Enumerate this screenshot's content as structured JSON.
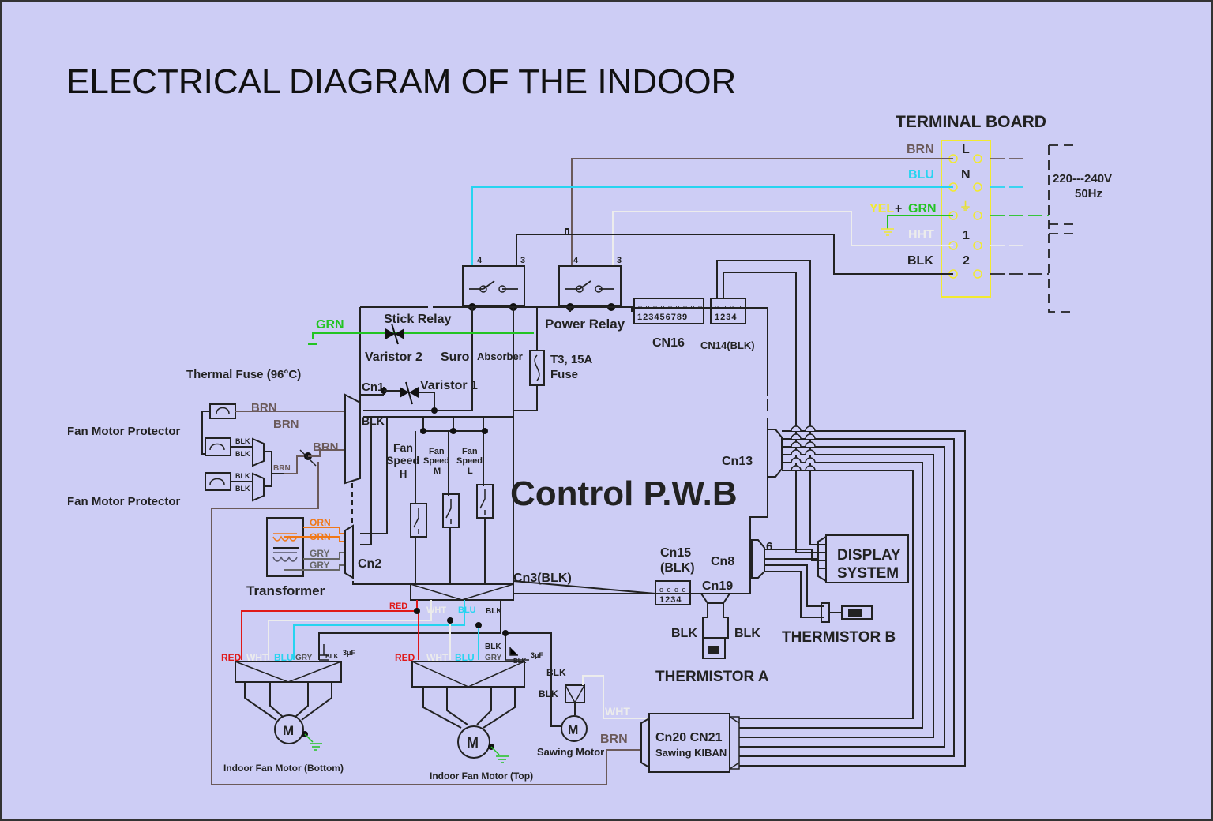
{
  "title": "ELECTRICAL DIAGRAM OF THE INDOOR",
  "colors": {
    "background": "#cdcdf5",
    "brown": "#6b5a5a",
    "blue": "#26d4f0",
    "green": "#22c422",
    "white": "#ececec",
    "red": "#e01818",
    "orange": "#f07818",
    "yellow": "#f2ea30",
    "gray": "#666666"
  },
  "terminal_board": {
    "title": "TERMINAL BOARD",
    "wires": [
      {
        "color_label": "BRN",
        "terminal": "L"
      },
      {
        "color_label": "BLU",
        "terminal": "N"
      },
      {
        "color_label_yel": "YEL",
        "plus": "+",
        "color_label_grn": "GRN",
        "terminal": "⏚"
      },
      {
        "color_label": "HHT",
        "terminal": "1"
      },
      {
        "color_label": "BLK",
        "terminal": "2"
      }
    ],
    "supply_voltage": "220---240V",
    "supply_freq": "50Hz"
  },
  "relays": {
    "stick_relay": "Stick Relay",
    "power_relay": "Power Relay",
    "pin_4": "4",
    "pin_3": "3"
  },
  "components": {
    "grn_label": "GRN",
    "varistor2": "Varistor 2",
    "surge_absorber_1": "Suro",
    "surge_absorber_2": "Absorber",
    "fuse_line1": "T3, 15A",
    "fuse_line2": "Fuse",
    "cn1": "Cn1",
    "varistor1": "Varistor 1",
    "cn16_pins": "123456789",
    "cn16": "CN16",
    "cn14_pins": "1234",
    "cn14": "CN14(BLK)",
    "thermal_fuse": "Thermal Fuse (96°C)",
    "fan_motor_protector_1": "Fan Motor Protector",
    "fan_motor_protector_2": "Fan Motor Protector",
    "blk": "BLK",
    "brn": "BRN",
    "fan_speed_h_1": "Fan",
    "fan_speed_h_2": "Speed",
    "fan_speed_h_3": "H",
    "fan_speed_m_1": "Fan",
    "fan_speed_m_2": "Speed",
    "fan_speed_m_3": "M",
    "fan_speed_l_1": "Fan",
    "fan_speed_l_2": "Speed",
    "fan_speed_l_3": "L",
    "control_pwb": "Control P.W.B",
    "cn13": "Cn13",
    "cn13_pin": "6",
    "orn": "ORN",
    "gry": "GRY",
    "cn2": "Cn2",
    "transformer": "Transformer",
    "cn3": "Cn3(BLK)",
    "cn15_1": "Cn15",
    "cn15_2": "(BLK)",
    "cn15_pins": "1234",
    "cn8": "Cn8",
    "cn19": "Cn19",
    "display_1": "DISPLAY",
    "display_2": "SYSTEM",
    "thermistor_b": "THERMISTOR B",
    "thermistor_a": "THERMISTOR A",
    "red": "RED",
    "wht": "WHT",
    "blu": "BLU",
    "cap": "3μF",
    "motor": "M",
    "indoor_fan_bottom": "Indoor Fan Motor (Bottom)",
    "indoor_fan_top": "Indoor Fan Motor (Top)",
    "sawing_motor": "Sawing Motor",
    "cn20_cn21": "Cn20 CN21",
    "sawing_kiban": "Sawing KIBAN"
  }
}
